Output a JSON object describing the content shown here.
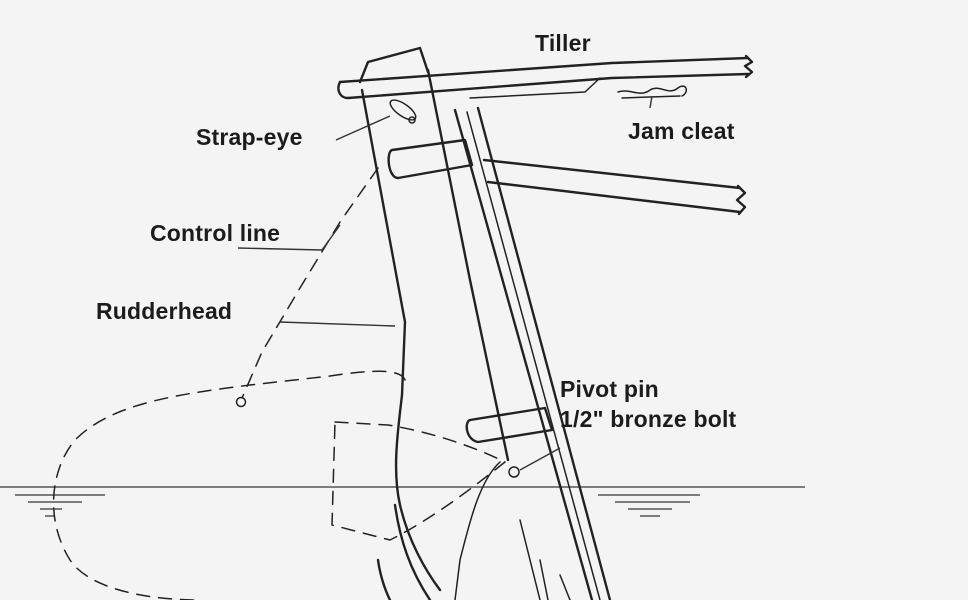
{
  "labels": {
    "tiller": "Tiller",
    "jam_cleat": "Jam cleat",
    "strap_eye": "Strap-eye",
    "control_line": "Control line",
    "rudderhead": "Rudderhead",
    "pivot_pin_line1": "Pivot pin",
    "pivot_pin_line2": "1/2\" bronze bolt"
  }
}
